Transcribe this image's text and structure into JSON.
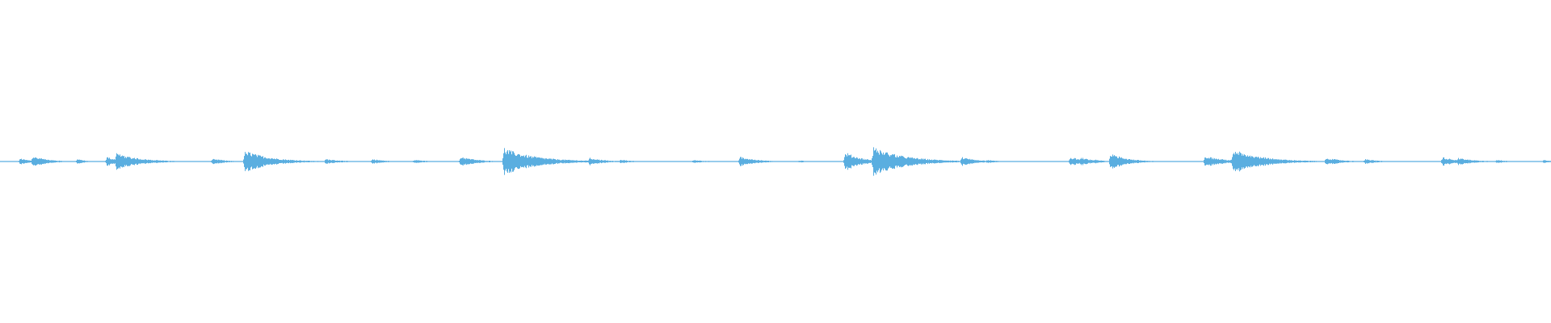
{
  "waveform": {
    "color": "#5aaee0",
    "background": "#ffffff",
    "baseline_amplitude": 0.004,
    "peak_amplitude_scale": 0.08,
    "bursts": [
      {
        "t": 0.013,
        "a": 0.1,
        "d": 0.006
      },
      {
        "t": 0.021,
        "a": 0.18,
        "d": 0.009
      },
      {
        "t": 0.05,
        "a": 0.1,
        "d": 0.004
      },
      {
        "t": 0.069,
        "a": 0.16,
        "d": 0.006
      },
      {
        "t": 0.075,
        "a": 0.28,
        "d": 0.014
      },
      {
        "t": 0.1,
        "a": 0.05,
        "d": 0.01
      },
      {
        "t": 0.137,
        "a": 0.1,
        "d": 0.008
      },
      {
        "t": 0.158,
        "a": 0.35,
        "d": 0.016
      },
      {
        "t": 0.21,
        "a": 0.08,
        "d": 0.01
      },
      {
        "t": 0.24,
        "a": 0.08,
        "d": 0.008
      },
      {
        "t": 0.267,
        "a": 0.06,
        "d": 0.008
      },
      {
        "t": 0.297,
        "a": 0.16,
        "d": 0.01
      },
      {
        "t": 0.325,
        "a": 0.42,
        "d": 0.02
      },
      {
        "t": 0.38,
        "a": 0.12,
        "d": 0.01
      },
      {
        "t": 0.4,
        "a": 0.06,
        "d": 0.008
      },
      {
        "t": 0.447,
        "a": 0.05,
        "d": 0.01
      },
      {
        "t": 0.477,
        "a": 0.16,
        "d": 0.01
      },
      {
        "t": 0.515,
        "a": 0.04,
        "d": 0.008
      },
      {
        "t": 0.545,
        "a": 0.3,
        "d": 0.01
      },
      {
        "t": 0.563,
        "a": 0.45,
        "d": 0.02
      },
      {
        "t": 0.62,
        "a": 0.14,
        "d": 0.01
      },
      {
        "t": 0.636,
        "a": 0.05,
        "d": 0.008
      },
      {
        "t": 0.69,
        "a": 0.14,
        "d": 0.01
      },
      {
        "t": 0.697,
        "a": 0.14,
        "d": 0.008
      },
      {
        "t": 0.706,
        "a": 0.06,
        "d": 0.006
      },
      {
        "t": 0.716,
        "a": 0.28,
        "d": 0.01
      },
      {
        "t": 0.777,
        "a": 0.18,
        "d": 0.012
      },
      {
        "t": 0.795,
        "a": 0.4,
        "d": 0.018
      },
      {
        "t": 0.81,
        "a": 0.1,
        "d": 0.008
      },
      {
        "t": 0.855,
        "a": 0.12,
        "d": 0.01
      },
      {
        "t": 0.88,
        "a": 0.08,
        "d": 0.008
      },
      {
        "t": 0.93,
        "a": 0.14,
        "d": 0.01
      },
      {
        "t": 0.94,
        "a": 0.12,
        "d": 0.01
      },
      {
        "t": 0.965,
        "a": 0.06,
        "d": 0.006
      },
      {
        "t": 0.995,
        "a": 0.05,
        "d": 0.006
      }
    ]
  }
}
